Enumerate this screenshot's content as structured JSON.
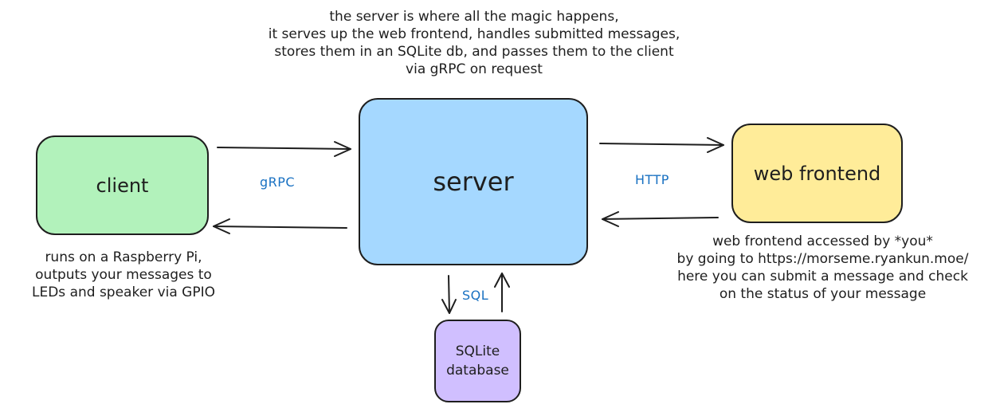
{
  "nodes": {
    "client": {
      "label": "client",
      "color": "#b2f2bb"
    },
    "server": {
      "label": "server",
      "color": "#a5d8ff"
    },
    "web_frontend": {
      "label": "web frontend",
      "color": "#ffec99"
    },
    "sqlite": {
      "label_line1": "SQLite",
      "label_line2": "database",
      "color": "#d0bfff"
    }
  },
  "edge_labels": {
    "grpc": "gRPC",
    "http": "HTTP",
    "sql": "SQL"
  },
  "notes": {
    "server": [
      "the server is where all the magic happens,",
      "it serves up the web frontend, handles submitted messages,",
      "stores them in an SQLite db, and passes them to the client",
      "via gRPC on request"
    ],
    "client": [
      "runs on a Raspberry Pi,",
      "outputs your messages to",
      "LEDs and speaker via GPIO"
    ],
    "web_frontend": [
      "web frontend accessed by *you*",
      "by going to https://morseme.ryankun.moe/",
      "here you can submit a message and check",
      "on the status of your message"
    ]
  },
  "colors": {
    "stroke": "#1e1e1e",
    "edge_label": "#1971c2"
  }
}
